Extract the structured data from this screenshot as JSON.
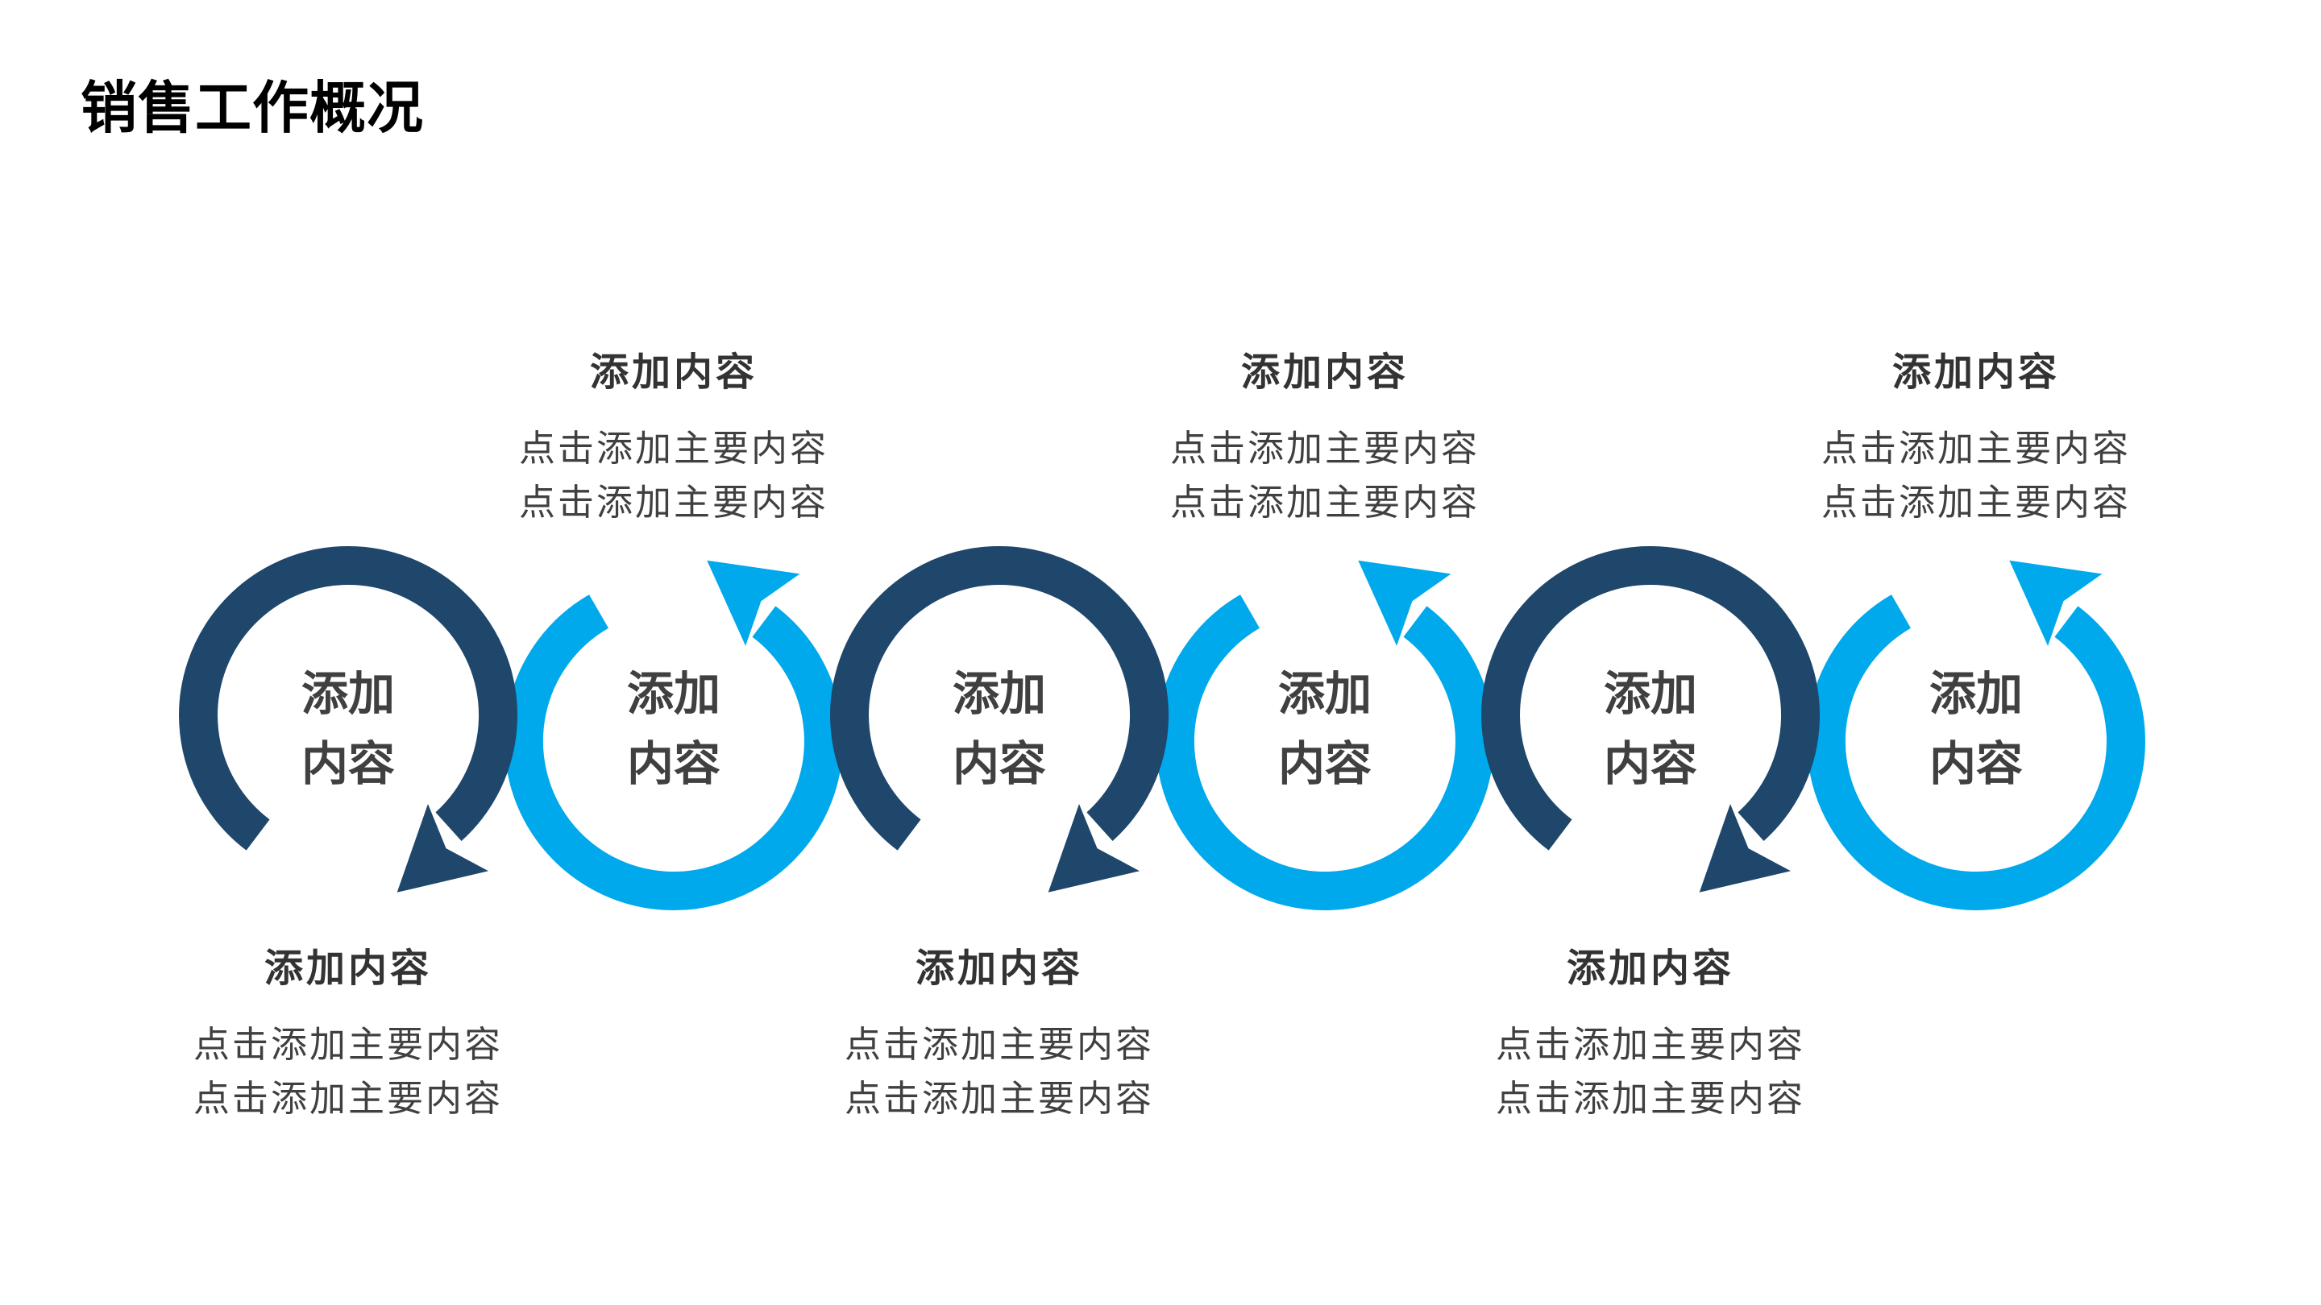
{
  "slide": {
    "title": "销售工作概况",
    "background": "#FFFFFF"
  },
  "colors": {
    "title_text": "#000000",
    "dark_arrow": "#1F466B",
    "light_arrow": "#00A9EC",
    "circle_inner_text": "#404040",
    "callout_heading_text": "#333333",
    "callout_body_text": "#404040"
  },
  "diagram": {
    "type": "interlocking-circular-arrows-process",
    "steps": [
      {
        "index": 1,
        "arrow_style": "dark",
        "rotation": "clockwise",
        "inner_line1": "添加",
        "inner_line2": "内容",
        "callout": {
          "position": "bottom",
          "heading": "添加内容",
          "body": [
            "点击添加主要内容",
            "点击添加主要内容"
          ]
        }
      },
      {
        "index": 2,
        "arrow_style": "light",
        "rotation": "counterclockwise",
        "inner_line1": "添加",
        "inner_line2": "内容",
        "callout": {
          "position": "top",
          "heading": "添加内容",
          "body": [
            "点击添加主要内容",
            "点击添加主要内容"
          ]
        }
      },
      {
        "index": 3,
        "arrow_style": "dark",
        "rotation": "clockwise",
        "inner_line1": "添加",
        "inner_line2": "内容",
        "callout": {
          "position": "bottom",
          "heading": "添加内容",
          "body": [
            "点击添加主要内容",
            "点击添加主要内容"
          ]
        }
      },
      {
        "index": 4,
        "arrow_style": "light",
        "rotation": "counterclockwise",
        "inner_line1": "添加",
        "inner_line2": "内容",
        "callout": {
          "position": "top",
          "heading": "添加内容",
          "body": [
            "点击添加主要内容",
            "点击添加主要内容"
          ]
        }
      },
      {
        "index": 5,
        "arrow_style": "dark",
        "rotation": "clockwise",
        "inner_line1": "添加",
        "inner_line2": "内容",
        "callout": {
          "position": "bottom",
          "heading": "添加内容",
          "body": [
            "点击添加主要内容",
            "点击添加主要内容"
          ]
        }
      },
      {
        "index": 6,
        "arrow_style": "light",
        "rotation": "counterclockwise",
        "inner_line1": "添加",
        "inner_line2": "内容",
        "callout": {
          "position": "top",
          "heading": "添加内容",
          "body": [
            "点击添加主要内容",
            "点击添加主要内容"
          ]
        }
      }
    ]
  }
}
